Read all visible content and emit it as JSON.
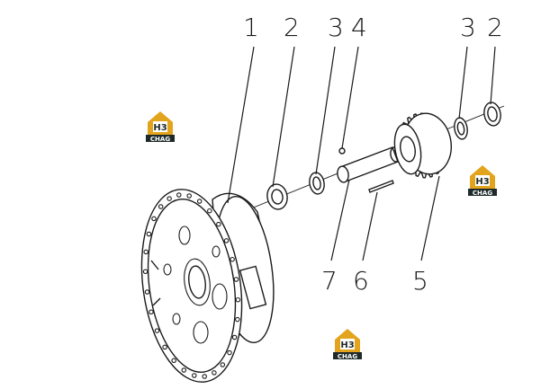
{
  "callouts": [
    {
      "id": "1",
      "label": "1"
    },
    {
      "id": "2a",
      "label": "2"
    },
    {
      "id": "3a",
      "label": "3"
    },
    {
      "id": "4",
      "label": "4"
    },
    {
      "id": "3b",
      "label": "3"
    },
    {
      "id": "2b",
      "label": "2"
    },
    {
      "id": "7",
      "label": "7"
    },
    {
      "id": "6",
      "label": "6"
    },
    {
      "id": "5",
      "label": "5"
    }
  ],
  "watermark": {
    "letters": "H3",
    "caption": "CHAG",
    "colors": {
      "gold": "#e2a41c",
      "dark": "#1e2a2a"
    }
  }
}
